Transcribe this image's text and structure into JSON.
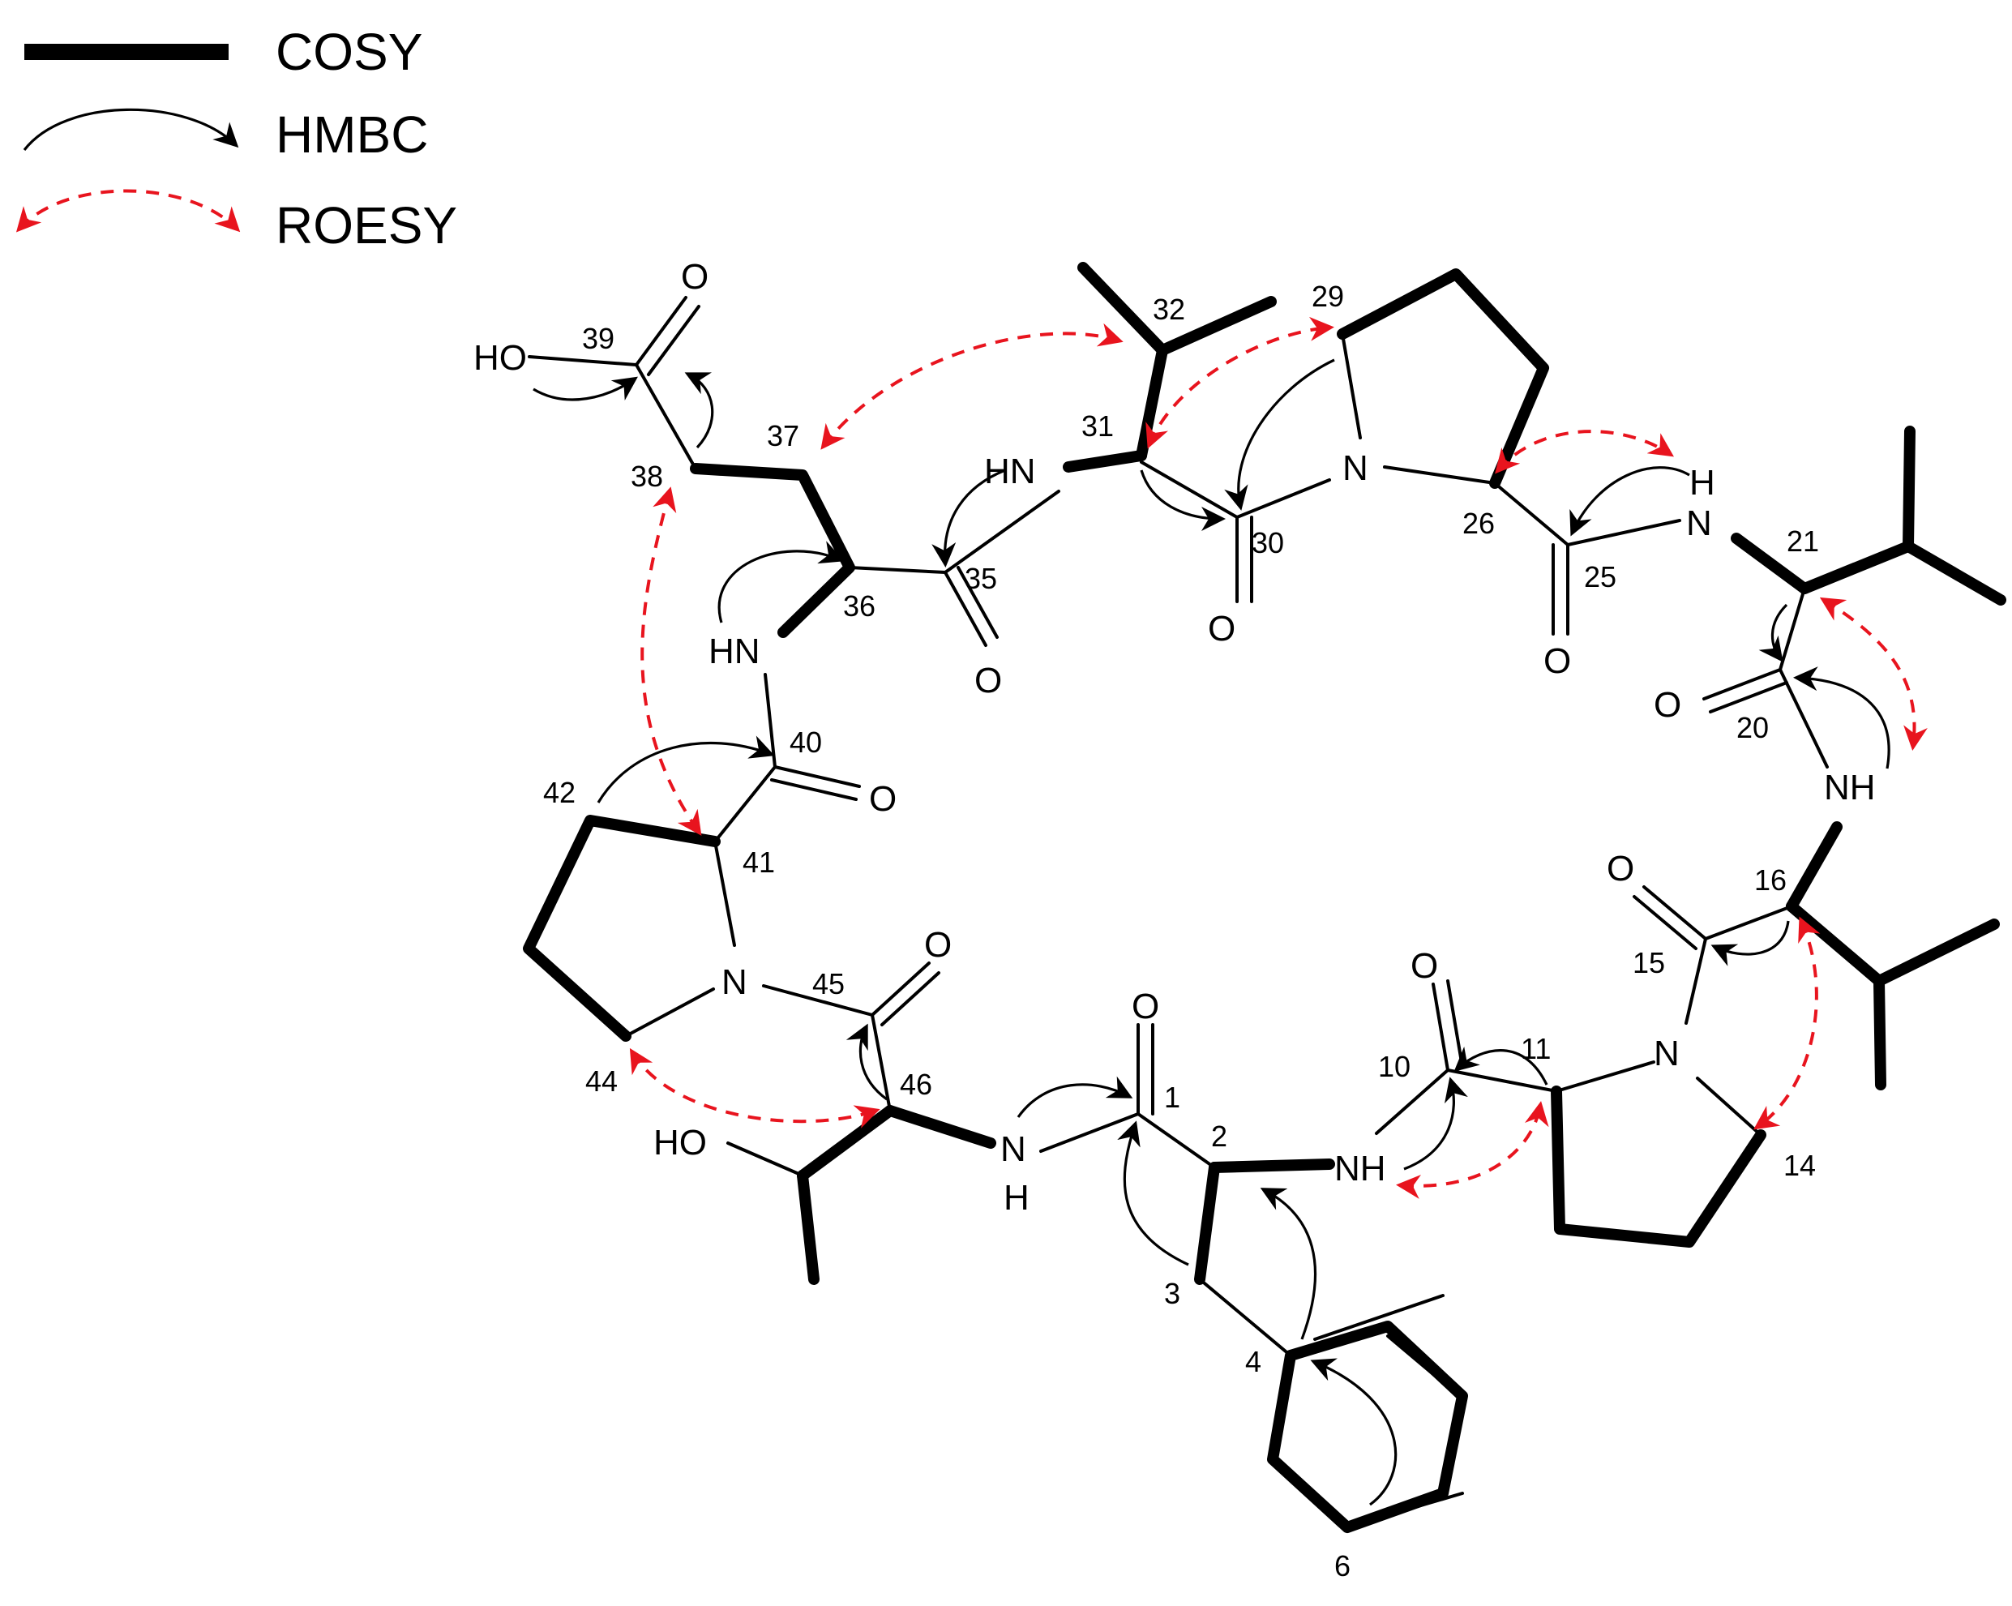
{
  "legend": [
    {
      "key": "cosy",
      "label": "COSY"
    },
    {
      "key": "hmbc",
      "label": "HMBC"
    },
    {
      "key": "roesy",
      "label": "ROESY"
    }
  ],
  "colors": {
    "bond": "#000000",
    "roesy": "#e8141e"
  },
  "atoms": {
    "O_39": "O",
    "OH_39": "HO",
    "NH_36": "HN",
    "NH_31": "HN",
    "O_35": "O",
    "N_29": "N",
    "O_30": "O",
    "O_25": "O",
    "NH_21": "N",
    "H_21": "H",
    "O_20": "O",
    "NH_16": "NH",
    "O_15": "O",
    "N_15": "N",
    "O_10": "O",
    "NH_2": "NH",
    "O_1": "O",
    "NH_46": "N",
    "H_46": "H",
    "OH_46": "HO",
    "O_45": "O",
    "N_41": "N",
    "O_40": "O"
  },
  "numbers": {
    "n1": "1",
    "n2": "2",
    "n3": "3",
    "n4": "4",
    "n6": "6",
    "n10": "10",
    "n11": "11",
    "n14": "14",
    "n15": "15",
    "n16": "16",
    "n20": "20",
    "n21": "21",
    "n25": "25",
    "n26": "26",
    "n29": "29",
    "n30": "30",
    "n31": "31",
    "n32": "32",
    "n35": "35",
    "n36": "36",
    "n37": "37",
    "n38": "38",
    "n39": "39",
    "n40": "40",
    "n41": "41",
    "n42": "42",
    "n44": "44",
    "n45": "45",
    "n46": "46"
  }
}
